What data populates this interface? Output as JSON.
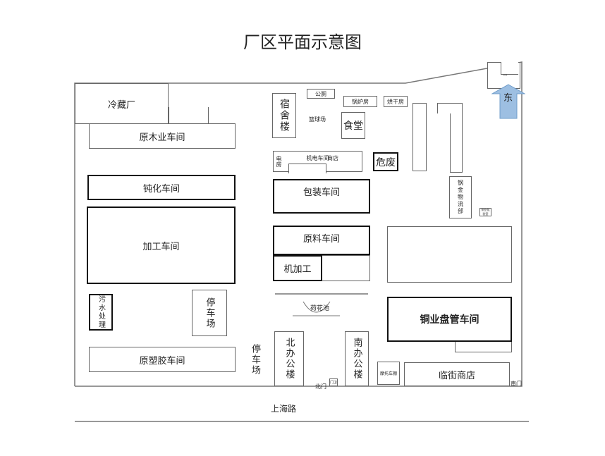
{
  "title": "厂区平面示意图",
  "buildings": {
    "cold": "冷藏厂",
    "wood": "原木业车间",
    "dun": "钝化车间",
    "proc": "加工车间",
    "sewage": "污水处理",
    "park1": "停车场",
    "plastic": "原塑胶车间",
    "park2": "停车场",
    "dorm": "宿舍楼",
    "wc": "公厕",
    "court": "篮球场",
    "boiler": "锅炉房",
    "dryer": "烘干房",
    "canteen": "食堂",
    "power": "电房",
    "mech": "机电车间",
    "shop": "商店",
    "haz": "危废",
    "pack": "包装车间",
    "raw": "原料车间",
    "machining": "机加工",
    "pond": "荷花池",
    "north_office": "北办公楼",
    "south_office": "南办公楼",
    "north_gate": "北门",
    "guard": "门卫",
    "moto": "摩托车棚",
    "street_shop": "临街商店",
    "south_gate": "南门",
    "copper_tube": "铜业盘管车间",
    "logistics": "钢金物流部",
    "lab": "铜业化验室",
    "dorm2": "宿舍",
    "east": "东"
  },
  "road": "上海路",
  "colors": {
    "arrow": "#9dbfe2"
  }
}
